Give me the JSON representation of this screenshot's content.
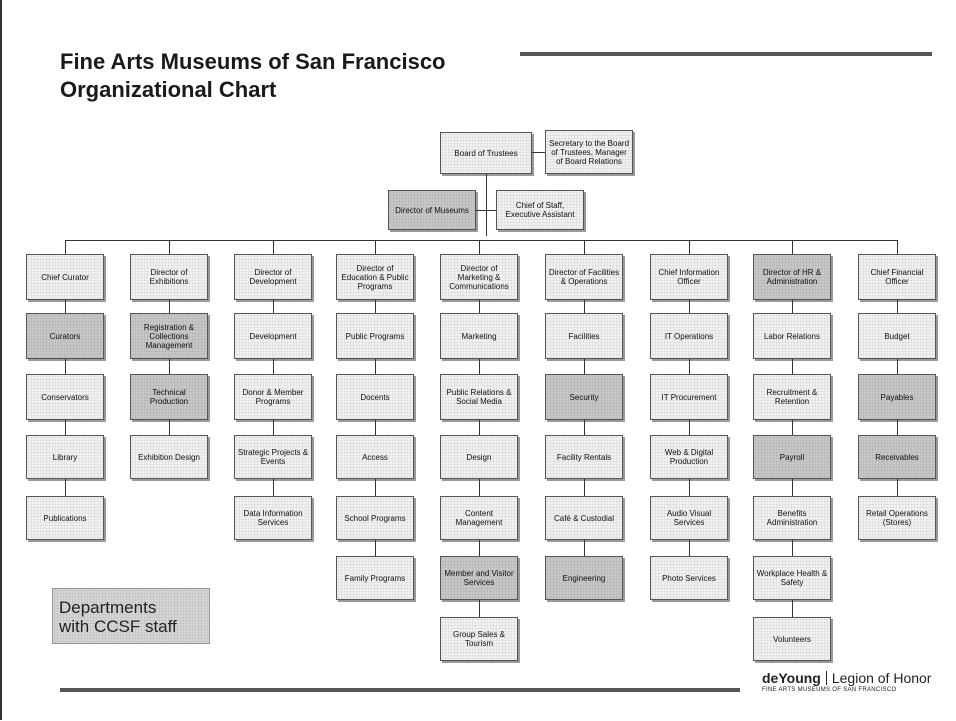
{
  "title": {
    "line1": "Fine Arts Museums of San Francisco",
    "line2": "Organizational Chart"
  },
  "top": {
    "board": "Board of Trustees",
    "secretary": "Secretary to the Board of Trustees, Manager of Board Relations",
    "director": "Director of Museums",
    "chief_of_staff": "Chief of Staff, Executive Assistant"
  },
  "columns": [
    {
      "head": "Chief Curator",
      "items": [
        "Curators",
        "Conservators",
        "Library",
        "Publications"
      ]
    },
    {
      "head": "Director of Exhibitions",
      "items": [
        "Registration & Collections Management",
        "Technical Production",
        "Exhibition Design"
      ]
    },
    {
      "head": "Director of Development",
      "items": [
        "Development",
        "Donor & Member Programs",
        "Strategic Projects & Events",
        "Data Information Services"
      ]
    },
    {
      "head": "Director of Education & Public Programs",
      "items": [
        "Public Programs",
        "Docents",
        "Access",
        "School Programs",
        "Family Programs"
      ]
    },
    {
      "head": "Director of Marketing & Communications",
      "items": [
        "Marketing",
        "Public Relations & Social Media",
        "Design",
        "Content Management",
        "Member and Visitor Services",
        "Group Sales & Tourism"
      ]
    },
    {
      "head": "Director of Facilities & Operations",
      "items": [
        "Facilities",
        "Security",
        "Facility Rentals",
        "Café & Custodial",
        "Engineering"
      ]
    },
    {
      "head": "Chief Information Officer",
      "items": [
        "IT Operations",
        "IT Procurement",
        "Web & Digital Production",
        "Audio Visual Services",
        "Photo Services"
      ]
    },
    {
      "head": "Director of HR & Administration",
      "items": [
        "Labor Relations",
        "Recruitment & Retention",
        "Payroll",
        "Benefits Administration",
        "Workplace Health & Safety",
        "Volunteers"
      ]
    },
    {
      "head": "Chief Financial Officer",
      "items": [
        "Budget",
        "Payables",
        "Receivables",
        "Retail Operations (Stores)"
      ]
    }
  ],
  "legend": {
    "line1": "Departments",
    "line2": "with CCSF staff"
  },
  "logo": {
    "left": "deYoung",
    "right": "Legion of Honor",
    "sub": "FINE ARTS MUSEUMS OF SAN FRANCISCO"
  }
}
